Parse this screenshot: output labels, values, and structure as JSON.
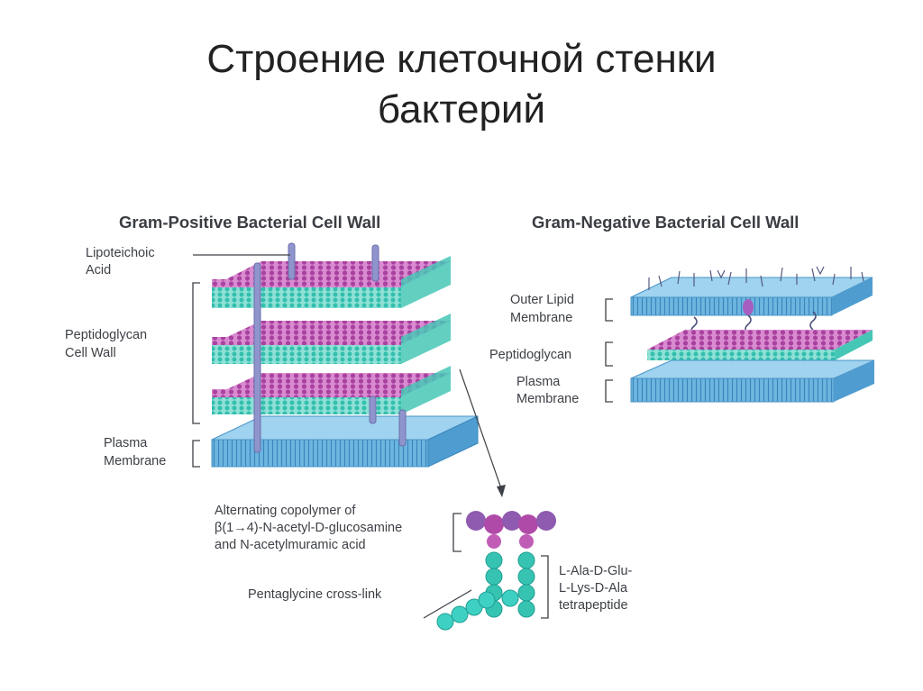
{
  "slide": {
    "title_line1": "Строение клеточной стенки",
    "title_line2": "бактерий"
  },
  "gram_positive": {
    "heading": "Gram-Positive Bacterial Cell Wall",
    "lipoteichoic_line1": "Lipoteichoic",
    "lipoteichoic_line2": "Acid",
    "peptidoglycan_line1": "Peptidoglycan",
    "peptidoglycan_line2": "Cell Wall",
    "plasma_line1": "Plasma",
    "plasma_line2": "Membrane"
  },
  "gram_negative": {
    "heading": "Gram-Negative Bacterial Cell Wall",
    "outer_line1": "Outer Lipid",
    "outer_line2": "Membrane",
    "peptidoglycan": "Peptidoglycan",
    "plasma_line1": "Plasma",
    "plasma_line2": "Membrane"
  },
  "detail": {
    "copolymer_line1": "Alternating copolymer of",
    "copolymer_line2": "β(1→4)-N-acetyl-D-glucosamine",
    "copolymer_line3": "and N-acetylmuramic acid",
    "crosslink": "Pentaglycine cross-link",
    "tetra_line1": "L-Ala-D-Glu-",
    "tetra_line2": "L-Lys-D-Ala",
    "tetra_line3": "tetrapeptide"
  },
  "colors": {
    "membrane": "#5aa9d8",
    "sugar": "#b04aa8",
    "peptide": "#3cc4b4",
    "teichoic": "#8a90c8"
  }
}
